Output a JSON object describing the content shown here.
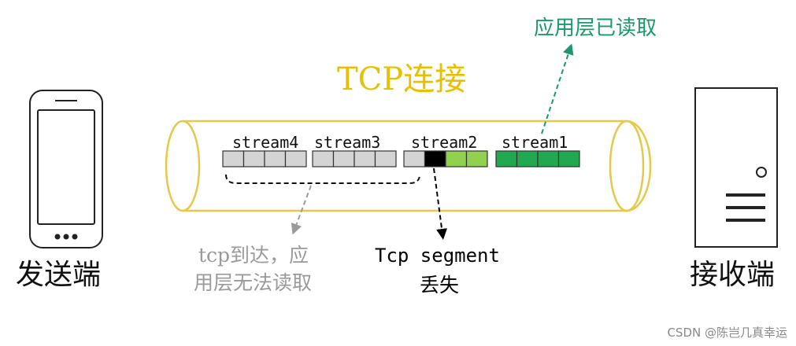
{
  "title": "TCP连接",
  "sender_label": "发送端",
  "receiver_label": "接收端",
  "streams": [
    {
      "label": "stream4",
      "segments": [
        "arrived",
        "arrived",
        "arrived",
        "arrived"
      ]
    },
    {
      "label": "stream3",
      "segments": [
        "arrived",
        "arrived",
        "arrived",
        "arrived"
      ]
    },
    {
      "label": "stream2",
      "segments": [
        "arrived",
        "lost",
        "partial",
        "partial"
      ]
    },
    {
      "label": "stream1",
      "segments": [
        "read",
        "read",
        "read",
        "read"
      ]
    }
  ],
  "annotations": {
    "app_read": "应用层已读取",
    "blocked_line1": "tcp到达，应",
    "blocked_line2": "用层无法读取",
    "lost_line1": "Tcp segment",
    "lost_line2": "丢失"
  },
  "watermark": "CSDN @陈岂几真幸运",
  "colors": {
    "pipe": "#e6c84a",
    "title": "#e8c000",
    "arrived": "#d4d4d4",
    "lost": "#000000",
    "partial": "#92d050",
    "read": "#22a850",
    "app_read_text": "#1a9a6a",
    "blocked_text": "#9a9a9a"
  }
}
